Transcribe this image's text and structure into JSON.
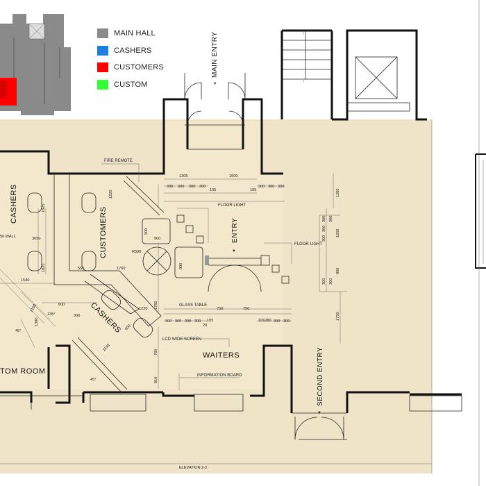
{
  "legend": {
    "items": [
      {
        "label": "MAIN HALL",
        "color": "#8a8a8a"
      },
      {
        "label": "CASHERS",
        "color": "#1f7fe0"
      },
      {
        "label": "CUSTOMERS",
        "color": "#ff0000"
      },
      {
        "label": "CUSTOM",
        "color": "#33ff33"
      }
    ]
  },
  "labels": {
    "main_entry": "MAIN ENTRY",
    "entry": "ENTRY",
    "second_entry": "SECOND ENTRY",
    "cashers_left": "CASHERS",
    "cashers_diag": "CASHERS",
    "customers": "CUSTOMERS",
    "waiters": "WAITERS",
    "custom_room": "TOM ROOM",
    "elevation": "ELEVATION 2-2",
    "fire_remote": "FIRE REMOTE",
    "floor_light_1": "FLOOR LIGHT",
    "floor_light_2": "FLOOR LIGHT",
    "glass_table": "GLASS TABLE",
    "lcd": "LCD WIDE SCREEN",
    "info_board": "INFORMATION BOARD",
    "wall_note": "50 WALL",
    "r500": "R500",
    "angle_135": "135°",
    "angle_45a": "45°",
    "angle_45b": "45°",
    "arrow_entry": "▼",
    "arrow_main": "▼",
    "arrow_second": "▼"
  },
  "dimensions": {
    "d1305": "1305",
    "d1500": "1500",
    "d1220a": "1220",
    "d1825a": "1825",
    "d3650": "3650",
    "d1825b": "1825",
    "d1540": "1540",
    "d555": "555",
    "d1760a": "1760",
    "d600a": "600",
    "d306": "306",
    "d1220b": "1220",
    "d1760b": "1760",
    "d600b": "600",
    "d1193": "1193",
    "d900a": "900",
    "d900b": "900",
    "d900c": "900",
    "d750a": "750",
    "d750b": "750",
    "d105a": "105",
    "d105b": "105",
    "d105c": "105",
    "d105280": "105280",
    "d20": "20",
    "d760": "760",
    "d810": "810",
    "d2100": "2100",
    "d1380": "1380",
    "d1730": "1730",
    "d1200a": "1200",
    "d1200b": "1200",
    "row1": [
      "300",
      "300",
      "300",
      "300"
    ],
    "row2": [
      "300",
      "300",
      "300"
    ],
    "row3": [
      "300",
      "300",
      "300",
      "300"
    ],
    "row4": [
      "300",
      "300"
    ],
    "col1": [
      "300",
      "300",
      "300"
    ],
    "col2": [
      "300",
      "900"
    ],
    "col3": [
      "300",
      "300"
    ]
  }
}
